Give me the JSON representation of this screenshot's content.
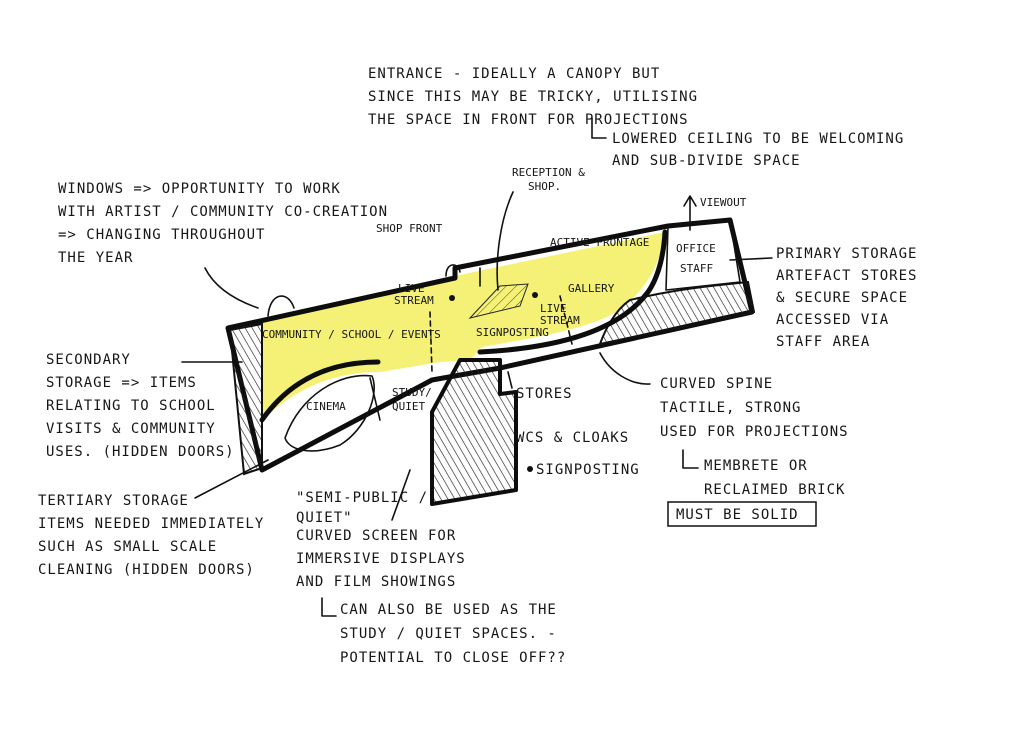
{
  "notes": {
    "entrance": [
      "Entrance - ideally a canopy but",
      "since this may be tricky, utilising",
      "the space in front for projections"
    ],
    "lowered": [
      "Lowered ceiling to be welcoming",
      "and sub-divide space"
    ],
    "windows": [
      "Windows => opportunity to work",
      "with artist / community co-creation",
      "=> changing throughout",
      "the year"
    ],
    "secondary": [
      "Secondary",
      "storage => items",
      "relating to school",
      "visits & community",
      "uses. (hidden doors)"
    ],
    "tertiary": [
      "Tertiary storage",
      "items needed immediately",
      "such as small scale",
      "cleaning (hidden doors)"
    ],
    "primary": [
      "Primary storage",
      "artefact stores",
      "& secure space",
      "accessed via",
      "staff area"
    ],
    "spine": [
      "Curved spine",
      "tactile, strong",
      "used for projections"
    ],
    "material": [
      "Membrete or",
      "reclaimed brick"
    ],
    "must": "Must be solid",
    "semi": [
      "\"Semi-public /",
      "quiet\""
    ],
    "screen": [
      "Curved screen for",
      "immersive displays",
      "and film showings"
    ],
    "study_note": [
      "Can also be used as the",
      "study / quiet spaces. -",
      "potential to close off??"
    ]
  },
  "labels": {
    "shop_front": "Shop front",
    "reception": [
      "Reception &",
      "shop."
    ],
    "active_frontage": "Active frontage",
    "viewout": "Viewout",
    "office": [
      "Office",
      "staff"
    ],
    "gallery": "Gallery",
    "live_stream_1": [
      "Live",
      "stream"
    ],
    "live_stream_2": [
      "Live",
      "stream"
    ],
    "community": "Community / school / events",
    "signposting": "Signposting",
    "cinema": "Cinema",
    "study": [
      "Study/",
      "quiet"
    ],
    "stores": "Stores",
    "wcs": "WCs & cloaks",
    "signposting_2": "Signposting"
  },
  "colors": {
    "highlight": "#f3f06a",
    "ink": "#111111",
    "paper": "#ffffff"
  }
}
